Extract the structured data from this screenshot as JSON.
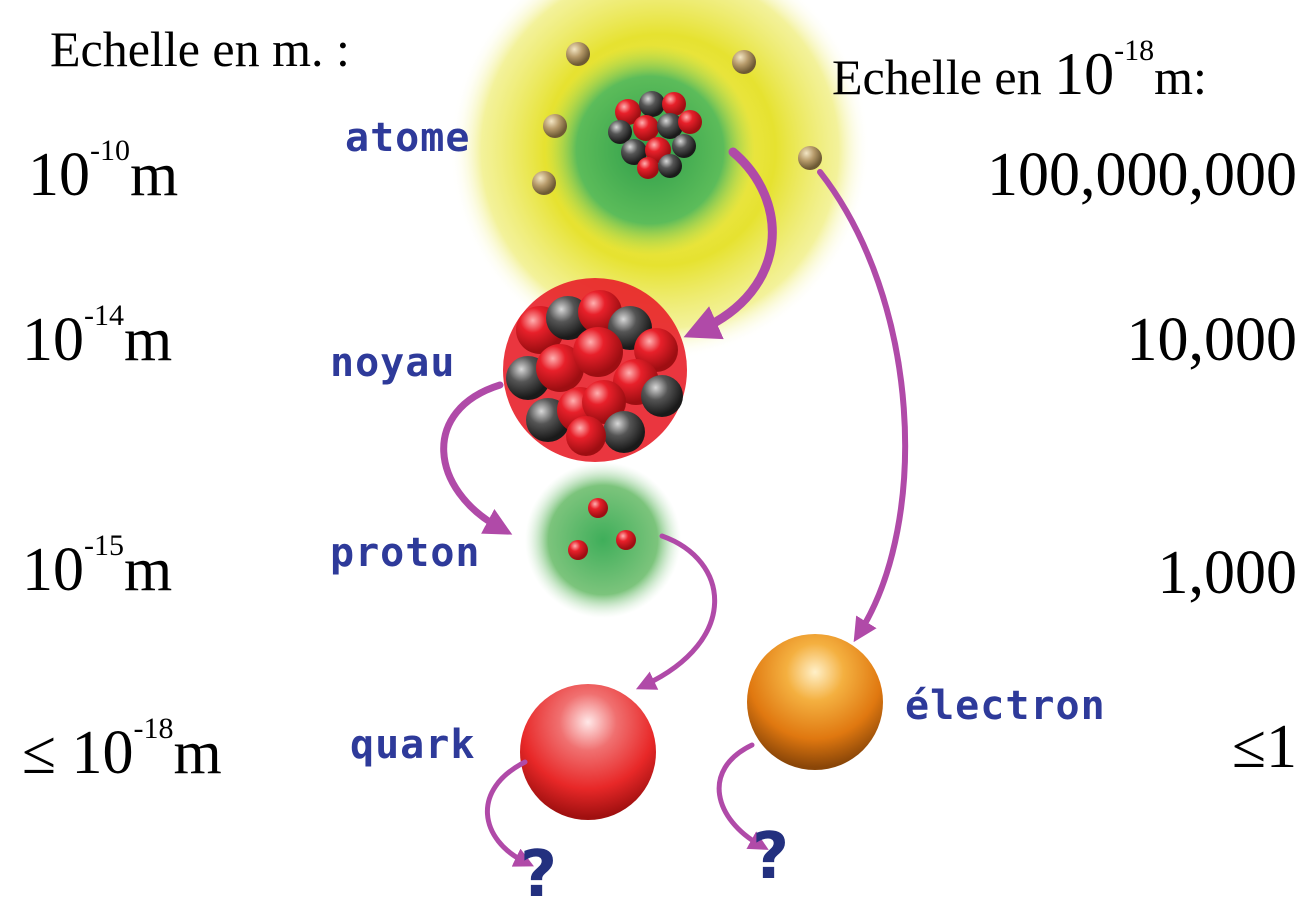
{
  "headers": {
    "left": "Echelle en m. :",
    "right_prefix": "Echelle en ",
    "right_base": "10",
    "right_exp": "-18",
    "right_suffix": "m:"
  },
  "rows": [
    {
      "id": "atome",
      "left_prefix": "",
      "left_base": "10",
      "left_exp": "-10",
      "left_unit": "m",
      "label": "atome",
      "right": "100,000,000"
    },
    {
      "id": "noyau",
      "left_prefix": "",
      "left_base": "10",
      "left_exp": "-14",
      "left_unit": "m",
      "label": "noyau",
      "right": "10,000"
    },
    {
      "id": "proton",
      "left_prefix": "",
      "left_base": "10",
      "left_exp": "-15",
      "left_unit": "m",
      "label": "proton",
      "right": "1,000"
    },
    {
      "id": "quark",
      "left_prefix": "≤ ",
      "left_base": "10",
      "left_exp": "-18",
      "left_unit": "m",
      "label": "quark",
      "right": "≤1"
    }
  ],
  "electron_label": "électron",
  "unknown_marks": [
    "?",
    "?"
  ],
  "colors": {
    "arrow": "#b04aa8",
    "label": "#2e3a9a",
    "atom_glow": "#e6e230",
    "nucleus_glow": "#3fae5a",
    "proton_red": "#e8202a",
    "neutron_gray": "#555555",
    "electron_small": "#b69a6a",
    "electron_big": "#f08a10",
    "quark_red": "#e82828"
  }
}
